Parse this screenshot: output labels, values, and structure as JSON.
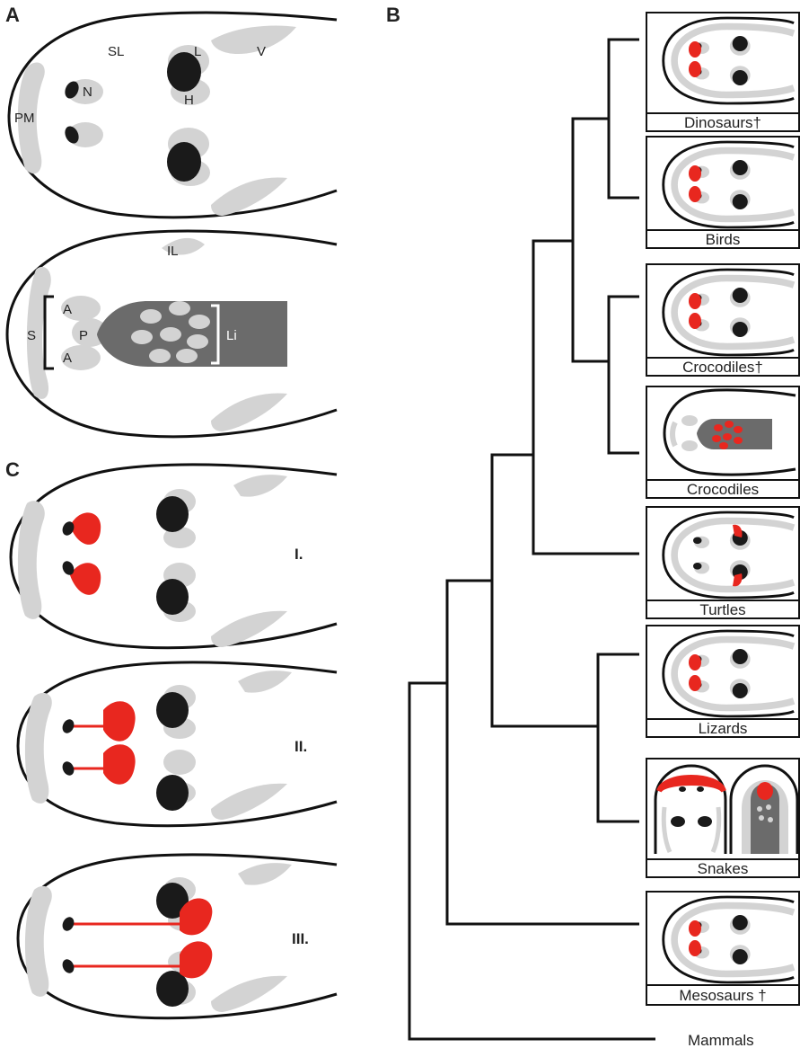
{
  "panels": {
    "a": "A",
    "b": "B",
    "c": "C"
  },
  "anatomy_top": {
    "sl": "SL",
    "l": "L",
    "v": "V",
    "n": "N",
    "pm": "PM",
    "h": "H"
  },
  "anatomy_bottom": {
    "il": "IL",
    "a1": "A",
    "a2": "A",
    "s": "S",
    "p": "P",
    "li": "Li"
  },
  "stages": [
    "I.",
    "II.",
    "III."
  ],
  "taxa": [
    "Dinosaurs†",
    "Birds",
    "Crocodiles†",
    "Crocodiles",
    "Turtles",
    "Lizards",
    "Snakes",
    "Mesosaurs †",
    "Mammals"
  ],
  "colors": {
    "outline": "#111111",
    "bone": "#d3d3d3",
    "gland": "#e8271f",
    "tongue": "#6b6b6b",
    "opening": "#1a1a1a"
  }
}
